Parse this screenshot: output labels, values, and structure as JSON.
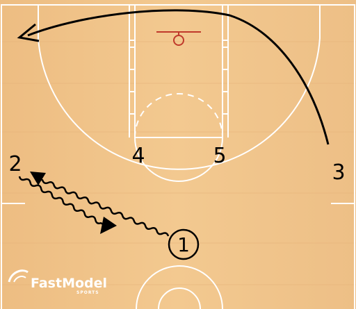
{
  "court": {
    "wood_color": "#F0C48A",
    "line_color": "#FFFFFF",
    "rim_color": "#C0392B"
  },
  "players": [
    {
      "id": "p1",
      "label": "1",
      "with_ball": true
    },
    {
      "id": "p2",
      "label": "2",
      "with_ball": false
    },
    {
      "id": "p3",
      "label": "3",
      "with_ball": false
    },
    {
      "id": "p4",
      "label": "4",
      "with_ball": false
    },
    {
      "id": "p5",
      "label": "5",
      "with_ball": false
    }
  ],
  "actions": [
    {
      "id": "a1",
      "type": "dribble",
      "from": "1",
      "toward": "2",
      "arrow": "filled"
    },
    {
      "id": "a2",
      "type": "dribble",
      "from": "2",
      "toward": "1",
      "arrow": "filled"
    },
    {
      "id": "a3",
      "type": "cut",
      "from": "3",
      "toward": "left corner",
      "arrow": "open"
    }
  ],
  "logo": {
    "brand": "FastModel",
    "sub": "SPORTS"
  }
}
